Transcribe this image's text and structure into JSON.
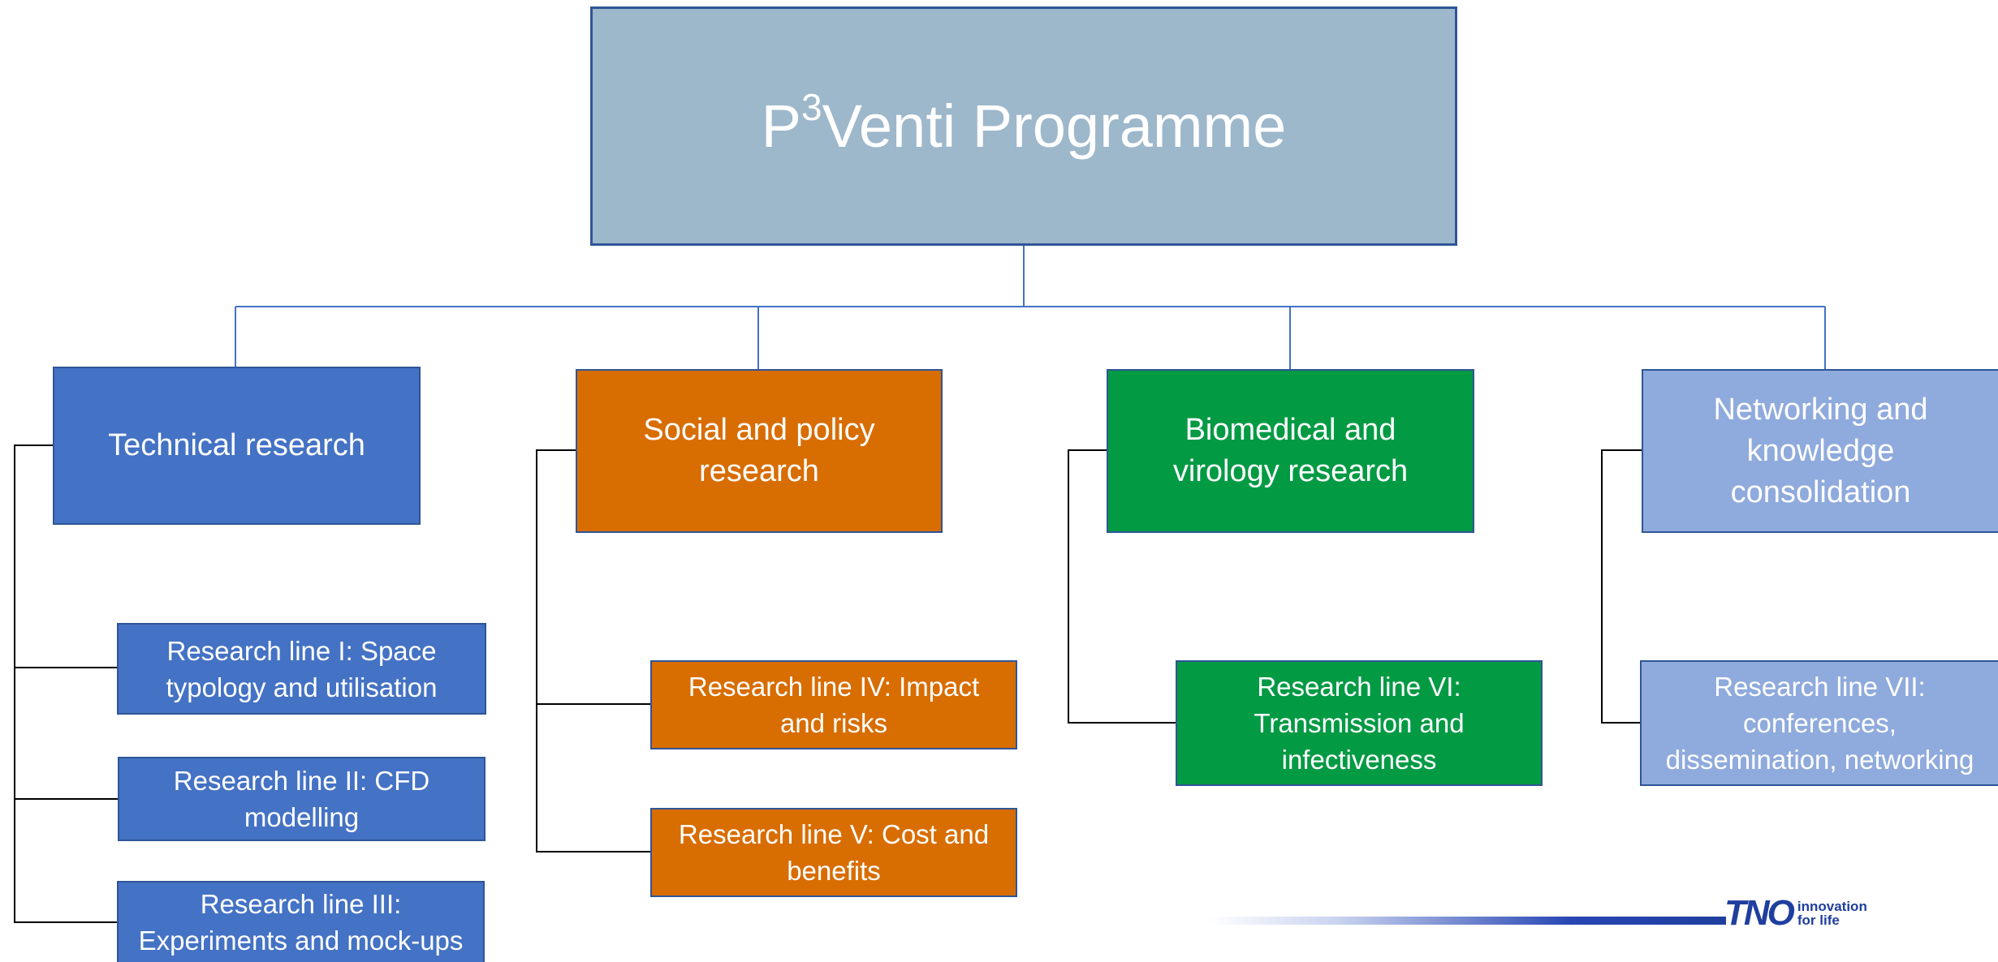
{
  "diagram": {
    "title": {
      "prefix": "P",
      "superscript": "3",
      "suffix": "Venti Programme"
    },
    "branches": [
      {
        "id": "technical",
        "heading_lines": [
          "Technical research"
        ],
        "research_lines": [
          {
            "lines": [
              "Research line I: Space",
              "typology and utilisation"
            ]
          },
          {
            "lines": [
              "Research line II: CFD",
              "modelling"
            ]
          },
          {
            "lines": [
              "Research line III:",
              "Experiments and mock-ups"
            ]
          }
        ]
      },
      {
        "id": "social",
        "heading_lines": [
          "Social and policy",
          "research"
        ],
        "research_lines": [
          {
            "lines": [
              "Research line IV: Impact",
              "and risks"
            ]
          },
          {
            "lines": [
              "Research line V: Cost and",
              "benefits"
            ]
          }
        ]
      },
      {
        "id": "biomedical",
        "heading_lines": [
          "Biomedical and",
          "virology research"
        ],
        "research_lines": [
          {
            "lines": [
              "Research line VI:",
              "Transmission and",
              "infectiveness"
            ]
          }
        ]
      },
      {
        "id": "networking",
        "heading_lines": [
          "Networking and",
          "knowledge",
          "consolidation"
        ],
        "research_lines": [
          {
            "lines": [
              "Research line VII:",
              "conferences,",
              "dissemination, networking"
            ]
          }
        ]
      }
    ],
    "colors": {
      "root": "#9db7cb",
      "technical": "#4472c4",
      "social": "#d86d01",
      "biomedical": "#039a44",
      "networking": "#8faadc",
      "border": "#2f5597",
      "top_connector": "#4472c4",
      "side_connector": "#000000"
    }
  },
  "logo": {
    "word": "TNO",
    "tagline_lines": [
      "innovation",
      "for life"
    ]
  }
}
